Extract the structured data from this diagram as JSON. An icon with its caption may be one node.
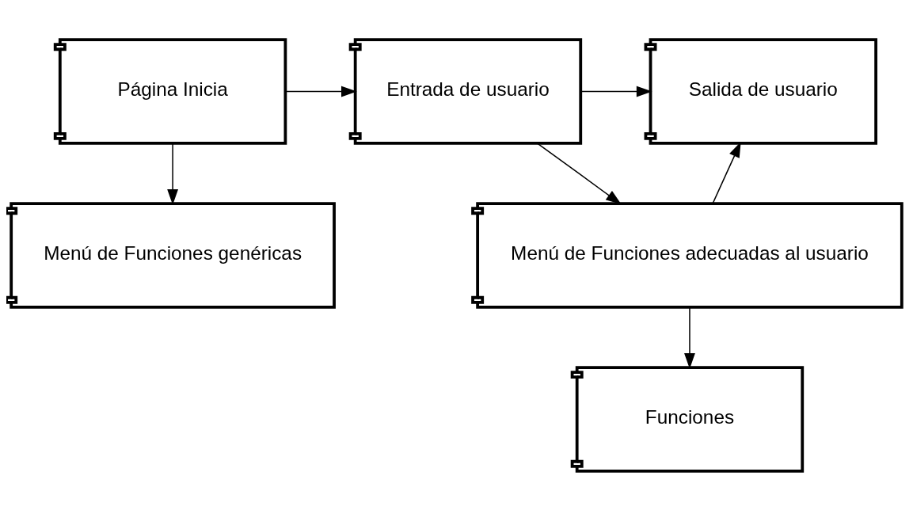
{
  "diagram": {
    "nodes": [
      {
        "text": [
          "Página Inicia"
        ]
      },
      {
        "text": [
          "Entrada de usuario"
        ]
      },
      {
        "text": [
          "Salida de usuario"
        ]
      },
      {
        "text": [
          "Menú de Funciones genéricas"
        ]
      },
      {
        "text": [
          "Menú de Funciones adecuadas al usuario"
        ]
      },
      {
        "text": [
          "Funciones"
        ]
      }
    ],
    "edges": [
      {
        "from": 0,
        "to": 1,
        "arrow": "to"
      },
      {
        "from": 1,
        "to": 2,
        "arrow": "to"
      },
      {
        "from": 0,
        "to": 3,
        "arrow": "to"
      },
      {
        "from": 1,
        "to": 4,
        "arrow": "to"
      },
      {
        "from": 4,
        "to": 2,
        "arrow": "to"
      },
      {
        "from": 4,
        "to": 5,
        "arrow": "to"
      }
    ]
  }
}
